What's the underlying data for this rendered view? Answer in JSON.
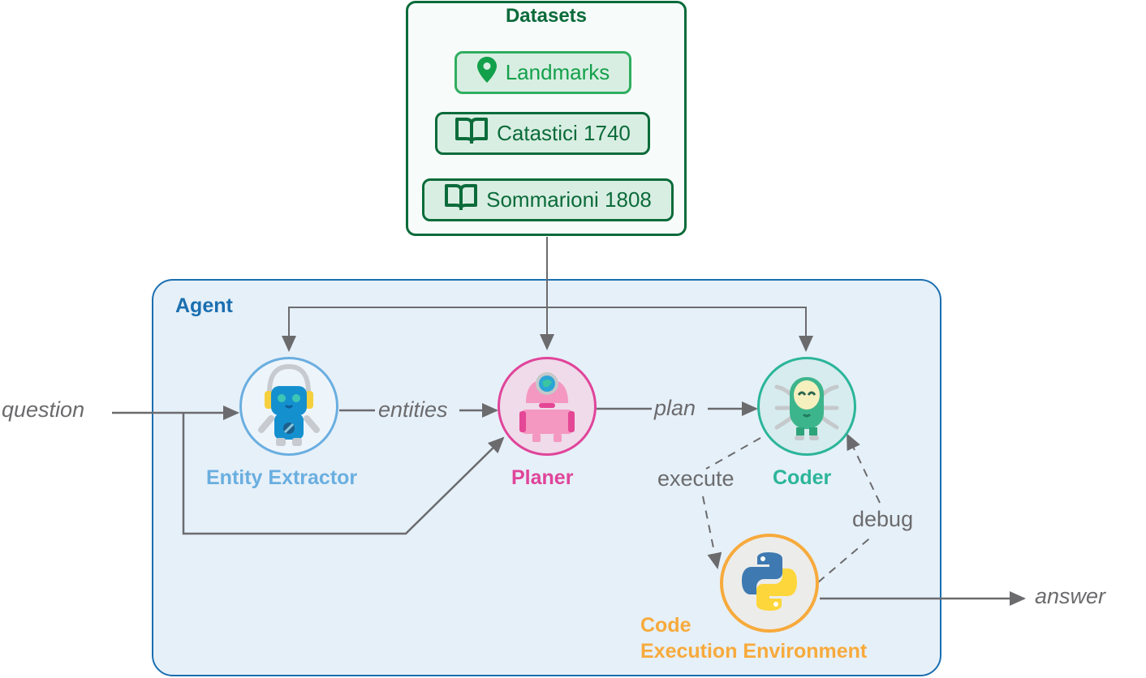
{
  "datasets": {
    "title": "Datasets",
    "items": [
      {
        "label": "Landmarks",
        "icon": "map-pin-icon",
        "color": "#13a04b"
      },
      {
        "label": "Catastici 1740",
        "icon": "open-book-icon",
        "color": "#0b6b3a"
      },
      {
        "label": "Sommarioni 1808",
        "icon": "open-book-icon",
        "color": "#0b6b3a"
      }
    ]
  },
  "agent": {
    "title": "Agent",
    "nodes": {
      "entity_extractor": {
        "label": "Entity Extractor",
        "icon": "headphone-robot-icon",
        "color": "#6aaee0"
      },
      "planer": {
        "label": "Planer",
        "icon": "pink-robot-icon",
        "color": "#e0449a"
      },
      "coder": {
        "label": "Coder",
        "icon": "bug-robot-icon",
        "color": "#2bb59a"
      },
      "code_env": {
        "label_line1": "Code",
        "label_line2": "Execution Environment",
        "icon": "python-logo-icon",
        "color": "#f7aa3c"
      }
    }
  },
  "edges": {
    "input": "question",
    "entities": "entities",
    "plan": "plan",
    "execute": "execute",
    "debug": "debug",
    "output": "answer"
  }
}
